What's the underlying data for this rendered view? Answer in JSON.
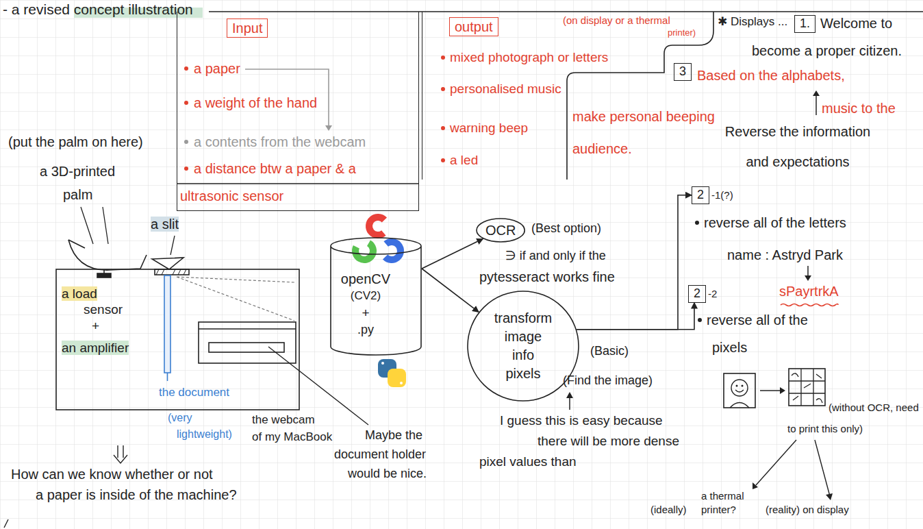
{
  "diagram": {
    "title": "- a revised concept illustration",
    "nodes": [
      {
        "text": [
          "a paper",
          "a weight of the hand",
          "a contents from the webcam",
          "a distance btw a paper & a ultrasonic sensor"
        ]
      },
      {
        "text": [
          "Input"
        ],
        "in": 0
      },
      {
        "text": [
          "mixed photograph or letters",
          "personalised music",
          "warning beep",
          "a led"
        ]
      },
      {
        "text": [
          "output"
        ],
        "in": 2
      },
      {
        "text": [
          "1."
        ]
      },
      {
        "text": [
          "3"
        ]
      },
      {
        "text": [
          "2",
          "-1(?)"
        ]
      },
      {
        "text": [
          "2",
          "-2"
        ]
      },
      {
        "text": [
          "OCR"
        ]
      },
      {
        "text": [
          "transform image info pixels"
        ]
      },
      {
        "text": [
          "openCV",
          "(CV2)",
          "+",
          ".py"
        ]
      }
    ],
    "edges": [
      {
        "from": 10,
        "to": 8,
        "arrow": "to"
      },
      {
        "from": 10,
        "to": 9,
        "arrow": "to"
      },
      {
        "from": 9,
        "to": 7,
        "arrow": "to"
      },
      {
        "from": 9,
        "to": 6,
        "arrow": "to"
      }
    ],
    "labels": [
      "(on display or a thermal",
      "printer)",
      "✱ Displays ...",
      "Welcome to",
      "become a proper citizen.",
      "Based on the alphabets,",
      "music to the",
      "make personal beeping",
      "audience.",
      "Reverse the information and expectations",
      "reverse all of the letters",
      "name : Astryd Park",
      "sPayrtrkA",
      "reverse all of the",
      "pixels",
      "(without OCR, need",
      "to print this only)",
      "(ideally)",
      "a thermal printer?",
      "(reality) on display",
      "(Best option)",
      "∋ if and only if the",
      "pytesseract works fine",
      "(Basic)",
      "(Find the image)",
      "I guess this is easy because",
      "there will be more dense",
      "pixel values than",
      "(put the palm on here)",
      "a 3D-printed",
      "palm",
      "a slit",
      "a load",
      "sensor",
      "+",
      "an amplifier",
      "the document",
      "(very",
      "lightweight)",
      "the webcam",
      "of my MacBook",
      "Maybe the",
      "document holder",
      "would be nice.",
      "How can we know whether or not",
      "a paper is inside of the machine?"
    ]
  }
}
